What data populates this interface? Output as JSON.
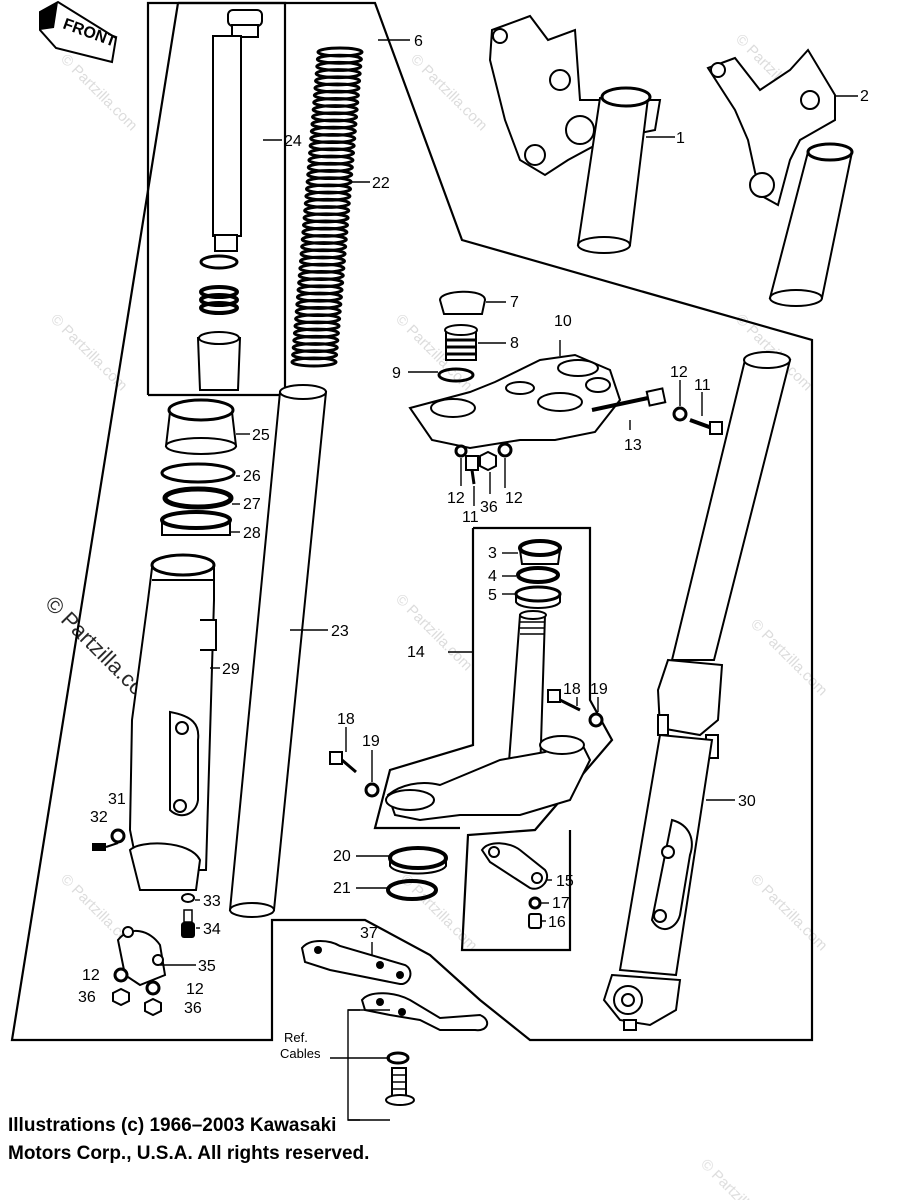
{
  "front_arrow_label": "FRONT",
  "watermark": "© Partzilla.com",
  "ref_cables_label": [
    "Ref.",
    "Cables"
  ],
  "callouts": {
    "c1": "1",
    "c2": "2",
    "c3": "3",
    "c4": "4",
    "c5": "5",
    "c6": "6",
    "c7": "7",
    "c8": "8",
    "c9": "9",
    "c10": "10",
    "c11a": "11",
    "c11b": "11",
    "c12a": "12",
    "c12b": "12",
    "c12c": "12",
    "c12d": "12",
    "c12e": "12",
    "c13": "13",
    "c14": "14",
    "c15": "15",
    "c16": "16",
    "c17": "17",
    "c18a": "18",
    "c18b": "18",
    "c19a": "19",
    "c19b": "19",
    "c20": "20",
    "c21": "21",
    "c22": "22",
    "c23": "23",
    "c24": "24",
    "c25": "25",
    "c26": "26",
    "c27": "27",
    "c28": "28",
    "c29": "29",
    "c30": "30",
    "c31": "31",
    "c32": "32",
    "c33": "33",
    "c34": "34",
    "c35": "35",
    "c36a": "36",
    "c36b": "36",
    "c36c": "36",
    "c37": "37"
  },
  "copyright": {
    "line1": "Illustrations (c) 1966–2003 Kawasaki",
    "line2": "Motors Corp., U.S.A.  All rights reserved."
  }
}
